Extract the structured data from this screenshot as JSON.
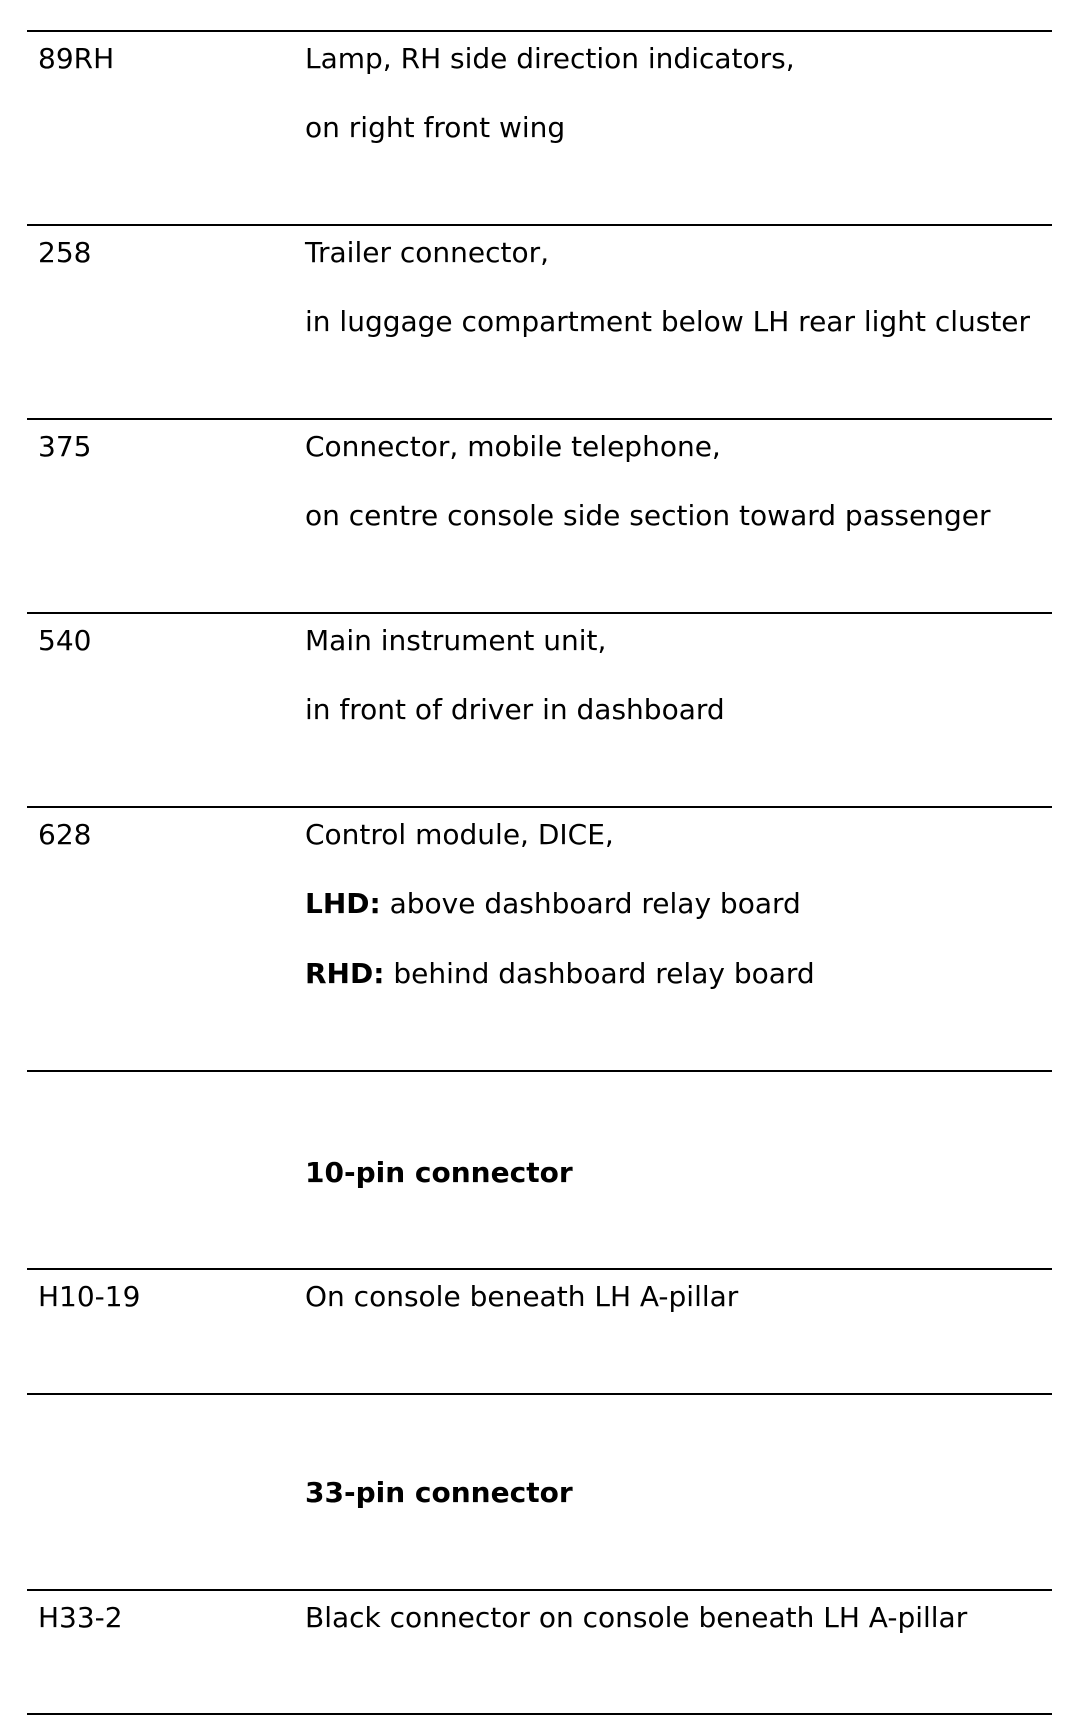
{
  "rows": [
    {
      "code": "89RH",
      "lines": [
        "Lamp, RH side direction indicators,",
        "on right front wing"
      ]
    },
    {
      "code": "258",
      "lines": [
        "Trailer connector,",
        "in luggage compartment below LH rear light cluster"
      ]
    },
    {
      "code": "375",
      "lines": [
        "Connector, mobile telephone,",
        "on centre console side section toward passenger"
      ]
    },
    {
      "code": "540",
      "lines": [
        "Main instrument unit,",
        "in front of driver in dashboard"
      ]
    },
    {
      "code": "628",
      "line1": "Control module, DICE,",
      "lhd_label": "LHD:",
      "lhd_text": " above dashboard relay board",
      "rhd_label": "RHD:",
      "rhd_text": " behind dashboard relay board"
    }
  ],
  "section_10pin": {
    "heading": "10-pin connector",
    "code": "H10-19",
    "text": "On console beneath LH A-pillar"
  },
  "section_33pin": {
    "heading": "33-pin connector",
    "code": "H33-2",
    "text": "Black connector on console beneath LH A-pillar"
  }
}
